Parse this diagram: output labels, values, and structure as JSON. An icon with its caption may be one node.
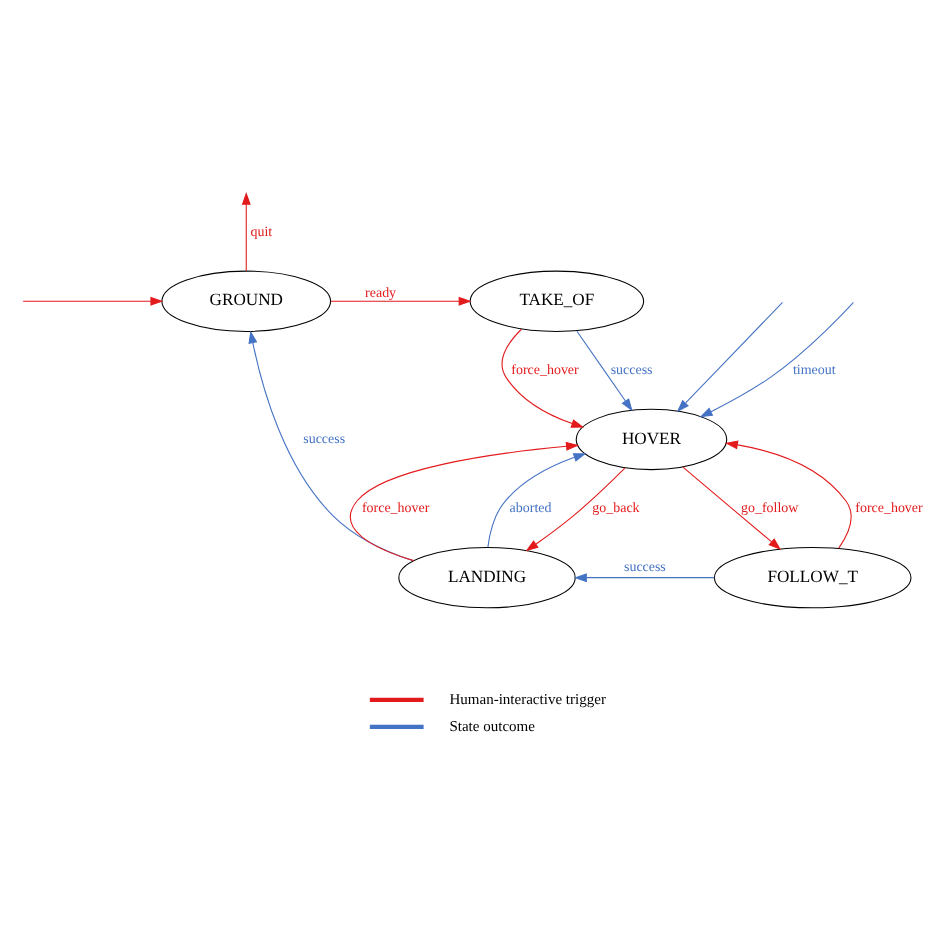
{
  "diagram": {
    "nodes": [
      {
        "text": [
          "GROUND"
        ]
      },
      {
        "text": [
          "TAKE_OF"
        ]
      },
      {
        "text": [
          "HOVER"
        ]
      },
      {
        "text": [
          "LANDING"
        ]
      },
      {
        "text": [
          "FOLLOW_T"
        ]
      }
    ],
    "edges": [
      {
        "from": null,
        "to": 0,
        "arrow": "to"
      },
      {
        "from": 0,
        "to": null,
        "label": "quit",
        "arrow": "to"
      },
      {
        "from": 0,
        "to": 1,
        "label": "ready",
        "arrow": "to"
      },
      {
        "from": 1,
        "to": 2,
        "label": "success",
        "arrow": "to",
        "color": "#4472c4"
      },
      {
        "from": 1,
        "to": 2,
        "label": "force_hover",
        "arrow": "to"
      },
      {
        "from": null,
        "to": 2,
        "label": "timeout",
        "arrow": "to",
        "color": "#4472c4"
      },
      {
        "from": null,
        "to": 2,
        "arrow": "to",
        "color": "#4472c4"
      },
      {
        "from": 2,
        "to": 3,
        "label": "go_back",
        "arrow": "to"
      },
      {
        "from": 3,
        "to": 2,
        "label": "force_hover",
        "arrow": "to"
      },
      {
        "from": 3,
        "to": 2,
        "label": "aborted",
        "arrow": "to",
        "color": "#4472c4"
      },
      {
        "from": 4,
        "to": 2,
        "label": "force_hover",
        "arrow": "to"
      },
      {
        "from": 2,
        "to": 4,
        "label": "go_follow",
        "arrow": "to"
      },
      {
        "from": 4,
        "to": 3,
        "label": "success",
        "arrow": "to",
        "color": "#4472c4"
      },
      {
        "from": 3,
        "to": 0,
        "label": "success",
        "arrow": "to",
        "color": "#4472c4"
      }
    ],
    "legend": [
      {
        "text": "Human-interactive trigger"
      },
      {
        "text": "State outcome"
      }
    ]
  }
}
